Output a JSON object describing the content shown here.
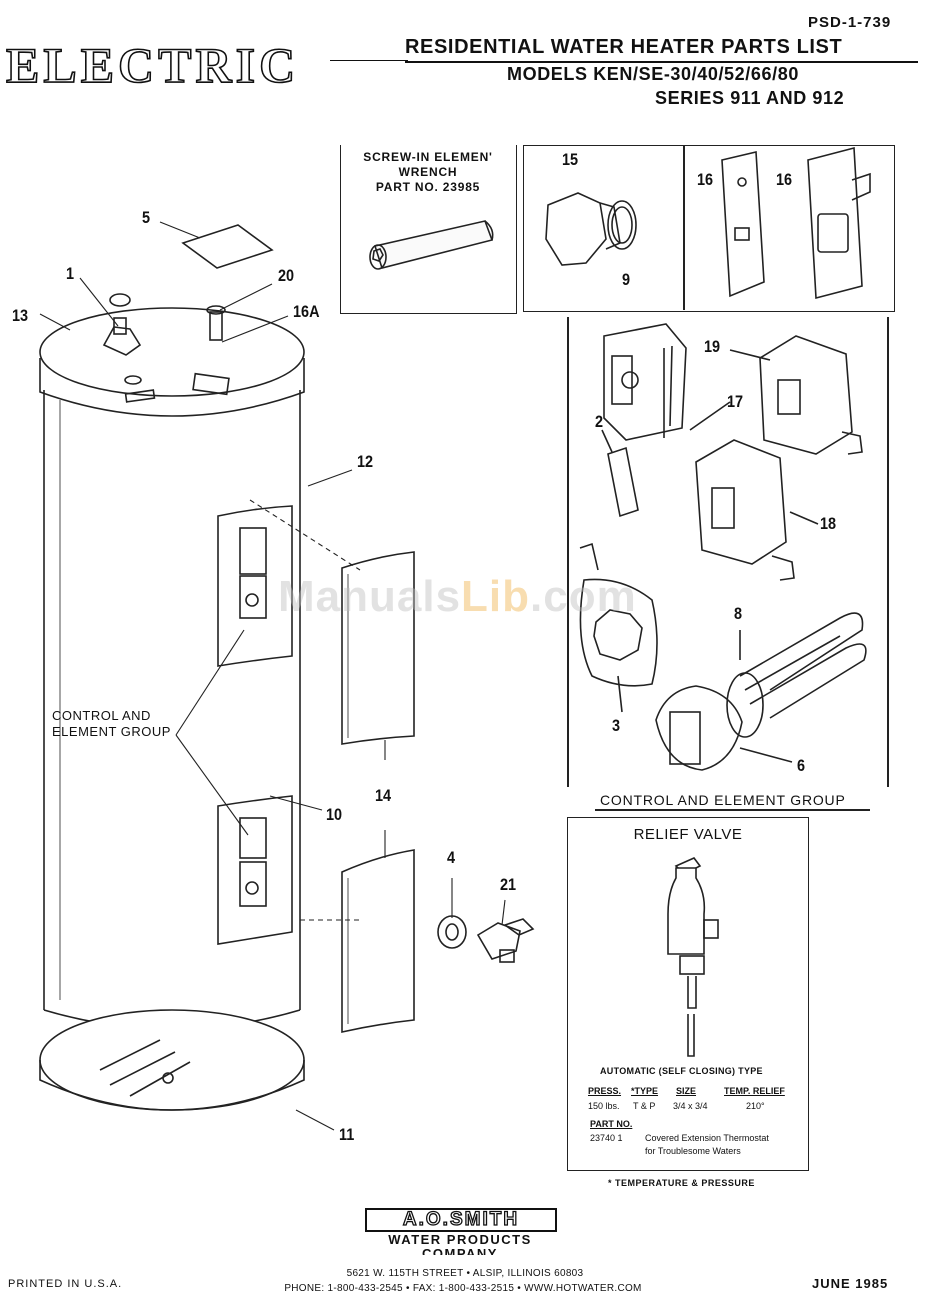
{
  "header": {
    "doc_code": "PSD-1-739",
    "brand": "ELECTRIC",
    "title_line1": "RESIDENTIAL WATER HEATER PARTS LIST",
    "title_line2": "MODELS KEN/SE-30/40/52/66/80",
    "title_line3": "SERIES 911 AND 912"
  },
  "wrench_box": {
    "line1": "SCREW-IN ELEMEN'",
    "line2": "WRENCH",
    "line3": "PART NO. 23985"
  },
  "part_numbers": {
    "p1": "1",
    "p2": "2",
    "p3": "3",
    "p4": "4",
    "p5": "5",
    "p6": "6",
    "p8": "8",
    "p9": "9",
    "p10": "10",
    "p11": "11",
    "p12": "12",
    "p13": "13",
    "p14": "14",
    "p15": "15",
    "p16a": "16",
    "p16b": "16",
    "p16A": "16A",
    "p17": "17",
    "p18": "18",
    "p19": "19",
    "p20": "20",
    "p21": "21"
  },
  "labels": {
    "control_group_line1": "CONTROL AND",
    "control_group_line2": "ELEMENT GROUP",
    "control_element_group_caption": "CONTROL AND ELEMENT GROUP"
  },
  "watermark": {
    "part1": "Manuals",
    "part2": "Lib",
    "part3": ".com"
  },
  "relief_valve": {
    "title": "RELIEF VALVE",
    "auto_type": "AUTOMATIC (SELF CLOSING) TYPE",
    "headers": {
      "press": "PRESS.",
      "type": "*TYPE",
      "size": "SIZE",
      "temp": "TEMP. RELIEF"
    },
    "row": {
      "press": "150 lbs.",
      "type": "T & P",
      "size": "3/4 x 3/4",
      "temp": "210°"
    },
    "part_no_header": "PART NO.",
    "part_no": "23740 1",
    "part_desc_line1": "Covered Extension Thermostat",
    "part_desc_line2": "for Troublesome Waters",
    "footnote": "* TEMPERATURE & PRESSURE"
  },
  "footer": {
    "logo": "A.O.SMITH",
    "logo_sub1": "WATER PRODUCTS",
    "logo_sub2": "COMPANY",
    "address": "5621 W. 115TH STREET  •  ALSIP, ILLINOIS 60803",
    "phone": "PHONE: 1-800-433-2545  •  FAX: 1-800-433-2515  •  WWW.HOTWATER.COM",
    "printed": "PRINTED IN U.S.A.",
    "date": "JUNE 1985"
  }
}
